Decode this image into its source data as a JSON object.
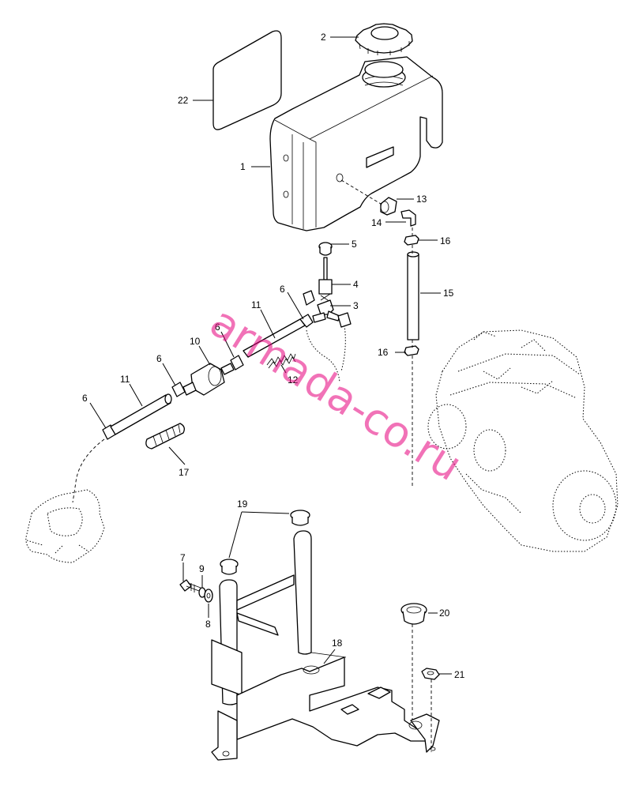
{
  "watermark": "armada-co.ru",
  "callouts": [
    {
      "id": "c1",
      "label": "1"
    },
    {
      "id": "c2",
      "label": "2"
    },
    {
      "id": "c3",
      "label": "3"
    },
    {
      "id": "c4",
      "label": "4"
    },
    {
      "id": "c5",
      "label": "5"
    },
    {
      "id": "c6a",
      "label": "6"
    },
    {
      "id": "c6b",
      "label": "6"
    },
    {
      "id": "c6c",
      "label": "6"
    },
    {
      "id": "c6d",
      "label": "6"
    },
    {
      "id": "c7",
      "label": "7"
    },
    {
      "id": "c8",
      "label": "8"
    },
    {
      "id": "c9",
      "label": "9"
    },
    {
      "id": "c10",
      "label": "10"
    },
    {
      "id": "c11a",
      "label": "11"
    },
    {
      "id": "c11b",
      "label": "11"
    },
    {
      "id": "c12",
      "label": "12"
    },
    {
      "id": "c13",
      "label": "13"
    },
    {
      "id": "c14",
      "label": "14"
    },
    {
      "id": "c15",
      "label": "15"
    },
    {
      "id": "c16a",
      "label": "16"
    },
    {
      "id": "c16b",
      "label": "16"
    },
    {
      "id": "c17",
      "label": "17"
    },
    {
      "id": "c18",
      "label": "18"
    },
    {
      "id": "c19",
      "label": "19"
    },
    {
      "id": "c20",
      "label": "20"
    },
    {
      "id": "c21",
      "label": "21"
    },
    {
      "id": "c22",
      "label": "22"
    }
  ]
}
